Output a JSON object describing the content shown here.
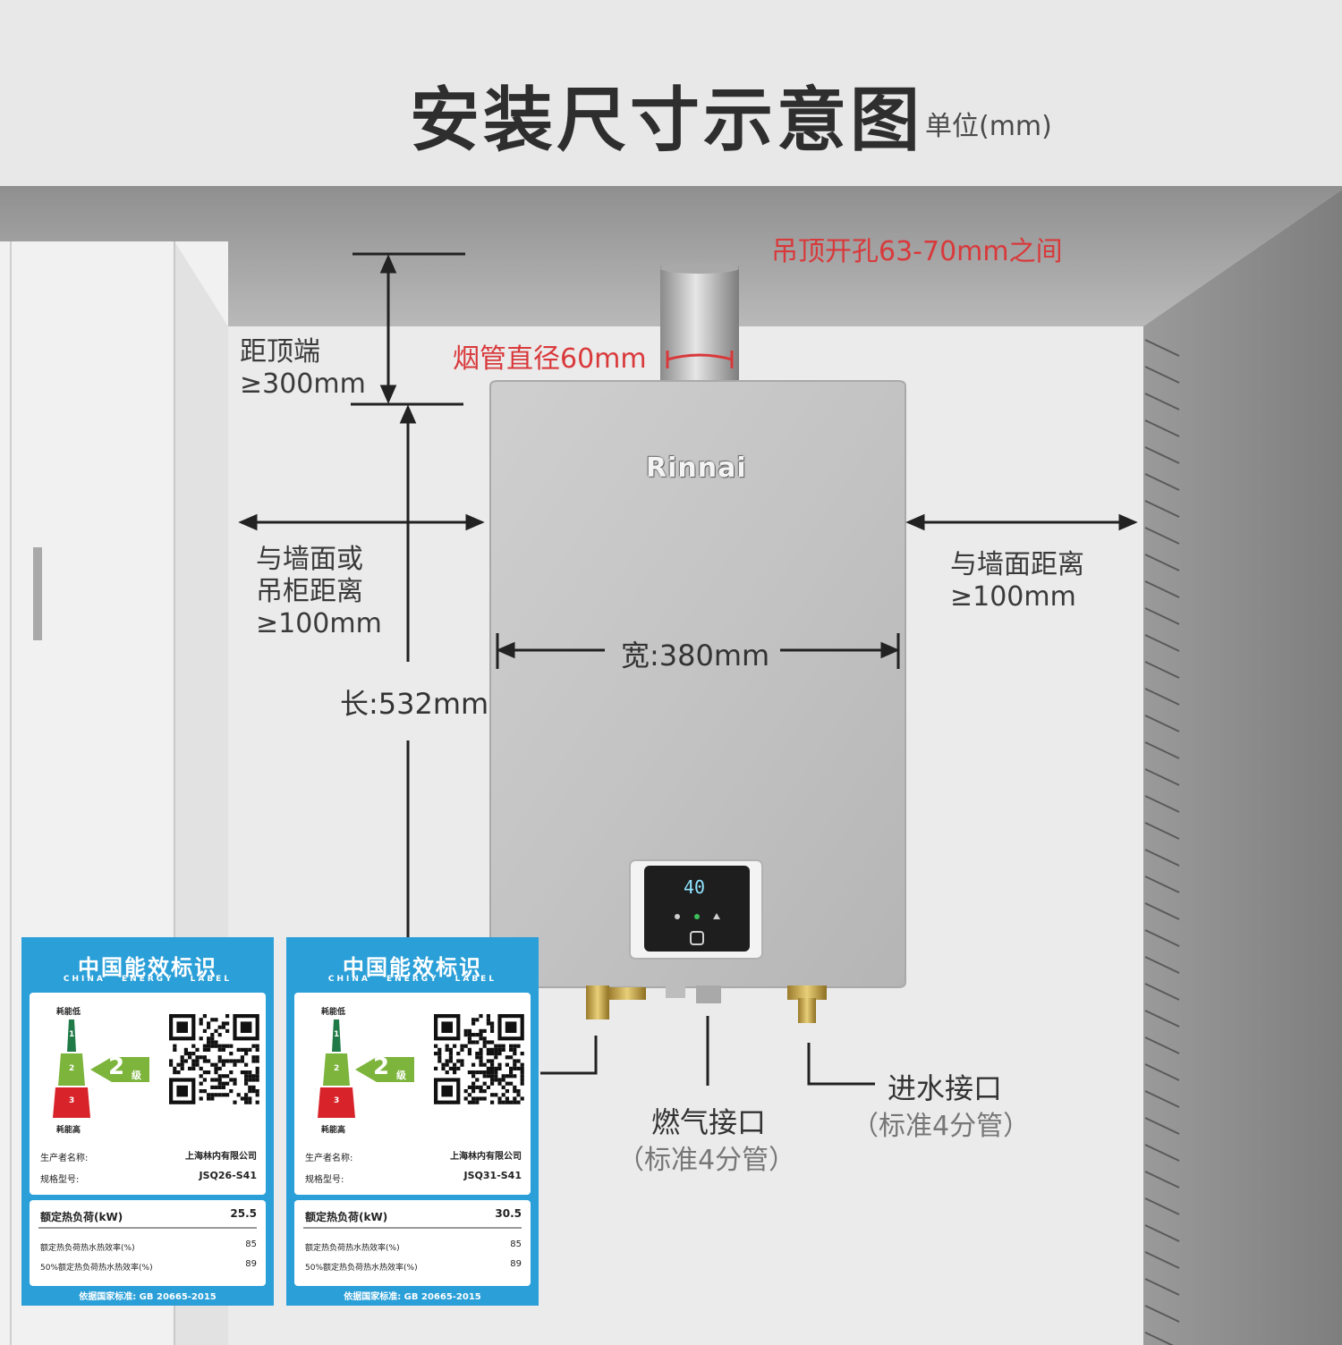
{
  "title": "安装尺寸示意图",
  "unit": "单位(mm)",
  "ceiling_note": "吊顶开孔63-70mm之间",
  "flue_note": "烟管直径60mm",
  "top_clearance": {
    "line1": "距顶端",
    "line2": "≥300mm"
  },
  "left_clearance": {
    "line1": "与墙面或",
    "line2": "吊柜距离",
    "line3": "≥100mm"
  },
  "right_clearance": {
    "line1": "与墙面距离",
    "line2": "≥100mm"
  },
  "width_label": "宽:380mm",
  "length_label": "长:532mm",
  "brand": "Rinnai",
  "display_temp": "40",
  "gas_inlet": {
    "label": "燃气接口",
    "note": "（标准4分管）"
  },
  "water_inlet": {
    "label": "进水接口",
    "note": "（标准4分管）"
  },
  "energy_labels": [
    {
      "title": "中国能效标识",
      "subtitle": "CHINA ENERGY LABEL",
      "low": "耗能低",
      "high": "耗能高",
      "grade_numbers": [
        "1",
        "2",
        "3"
      ],
      "grade": "2",
      "grade_unit": "级",
      "maker_label": "生产者名称:",
      "maker": "上海林内有限公司",
      "model_label": "规格型号:",
      "model": "JSQ26-S41",
      "load_label": "额定热负荷(kW)",
      "load_value": "25.5",
      "eff_label": "额定热负荷热水热效率(%)",
      "eff_value": "85",
      "eff50_label": "50%额定热负荷热水热效率(%)",
      "eff50_value": "89",
      "standard": "依据国家标准: GB 20665-2015"
    },
    {
      "title": "中国能效标识",
      "subtitle": "CHINA ENERGY LABEL",
      "low": "耗能低",
      "high": "耗能高",
      "grade_numbers": [
        "1",
        "2",
        "3"
      ],
      "grade": "2",
      "grade_unit": "级",
      "maker_label": "生产者名称:",
      "maker": "上海林内有限公司",
      "model_label": "规格型号:",
      "model": "JSQ31-S41",
      "load_label": "额定热负荷(kW)",
      "load_value": "30.5",
      "eff_label": "额定热负荷热水热效率(%)",
      "eff_value": "85",
      "eff50_label": "50%额定热负荷热水热效率(%)",
      "eff50_value": "89",
      "standard": "依据国家标准: GB 20665-2015"
    }
  ],
  "colors": {
    "accent_red": "#d9393b",
    "label_blue": "#2a9fd8",
    "grade1": "#1f7a47",
    "grade2": "#7cb43c",
    "grade3": "#d8232a"
  }
}
